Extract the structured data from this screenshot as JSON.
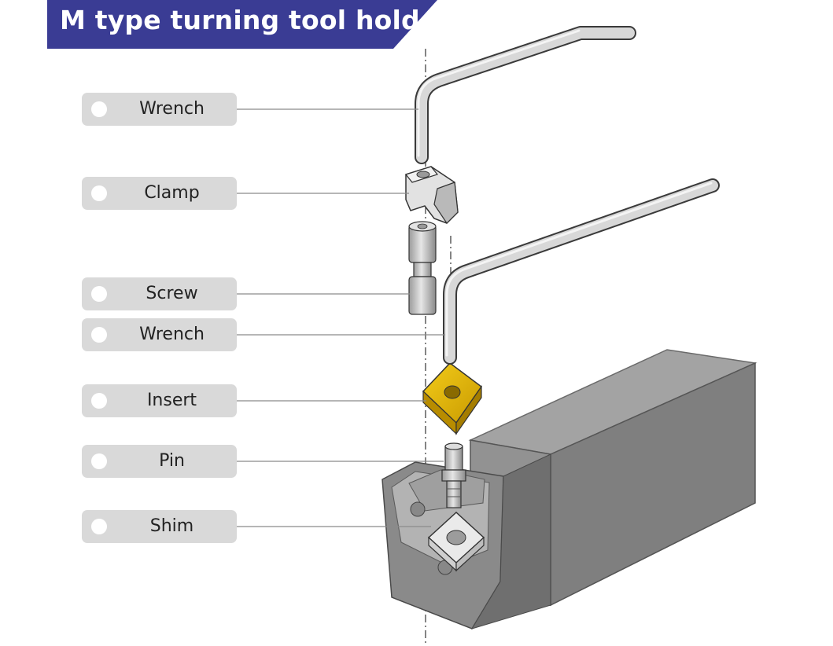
{
  "title": "M type turning tool holder",
  "colors": {
    "banner": "#3a3c94",
    "pill": "#d9d9d9",
    "insert": "#e9b800",
    "body": "#8e8e8e"
  },
  "labels": [
    {
      "id": "wrench-1",
      "text": "Wrench"
    },
    {
      "id": "clamp",
      "text": "Clamp"
    },
    {
      "id": "screw",
      "text": "Screw"
    },
    {
      "id": "wrench-2",
      "text": "Wrench"
    },
    {
      "id": "insert",
      "text": "Insert"
    },
    {
      "id": "pin",
      "text": "Pin"
    },
    {
      "id": "shim",
      "text": "Shim"
    }
  ]
}
